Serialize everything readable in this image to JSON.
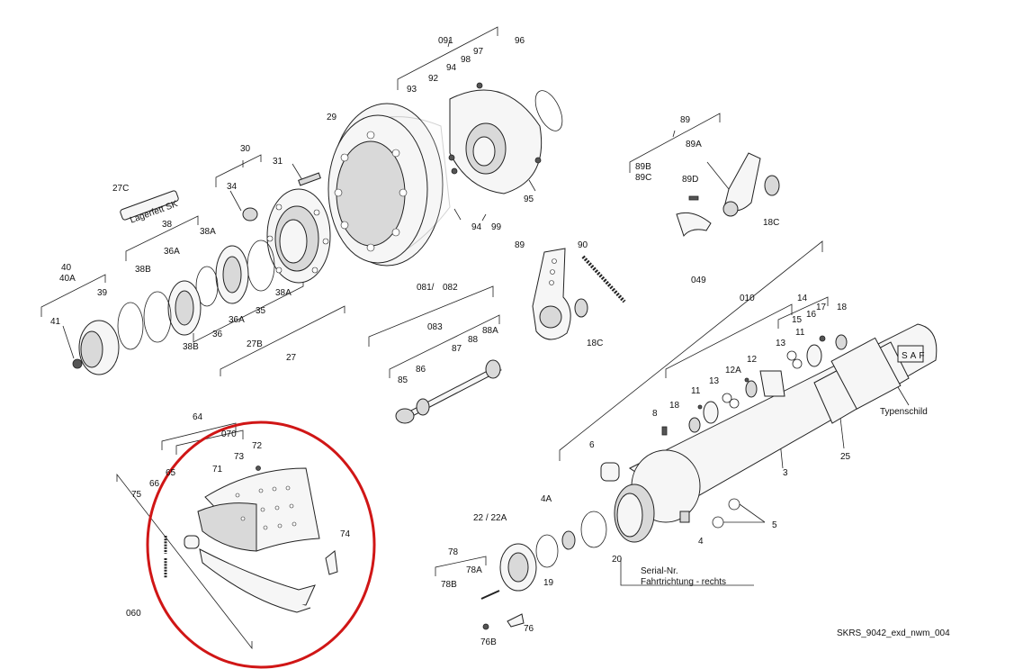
{
  "labels": {
    "l091": "091",
    "l096": "96",
    "l097": "97",
    "l098": "98",
    "l094a": "94",
    "l093": "93",
    "l092": "92",
    "l029": "29",
    "l030": "30",
    "l031": "31",
    "l095": "95",
    "l094b": "94",
    "l099": "99",
    "l027c": "27C",
    "lager": "Lagerfett SK",
    "l034": "34",
    "l038": "38",
    "l038a": "38A",
    "l036a": "36A",
    "l038b": "38B",
    "l040": "40",
    "l040a": "40A",
    "l039": "39",
    "l038a2": "38A",
    "l035": "35",
    "l036a2": "36A",
    "l036": "36",
    "l038b2": "38B",
    "l027b": "27B",
    "l041": "41",
    "l027": "27",
    "l089": "89",
    "l089a": "89A",
    "l089b": "89B",
    "l089c": "89C",
    "l089d": "89D",
    "l018c": "18C",
    "l090": "90",
    "l018c2": "18C",
    "l081": "081/",
    "l082": "082",
    "l083": "083",
    "l088a": "88A",
    "l088": "88",
    "l087": "87",
    "l085": "85",
    "l086": "86",
    "l049": "049",
    "l010": "010",
    "l014": "14",
    "l017": "17",
    "l015": "15",
    "l016": "16",
    "l018": "18",
    "l011": "11",
    "l013": "13",
    "l012": "12",
    "l012a": "12A",
    "l013b": "13",
    "l011b": "11",
    "l018b": "18",
    "l008": "8",
    "l006": "6",
    "l003": "3",
    "l025": "25",
    "typen": "Typenschild",
    "saf": "SAF",
    "l064": "64",
    "l070": "070",
    "l072": "72",
    "l073": "73",
    "l065": "65",
    "l071": "71",
    "l066": "66",
    "l075": "75",
    "l074": "74",
    "l060": "060",
    "l022": "22 / 22A",
    "l04a": "4A",
    "l020": "20",
    "l004": "4",
    "l005": "5",
    "l078": "78",
    "l078a": "78A",
    "l078b": "78B",
    "l019": "19",
    "l076": "76",
    "l076b": "76B",
    "serial1": "Serial-Nr.",
    "serial2": "Fahrtrichtung - rechts",
    "code": "SKRS_9042_exd_nwm_004"
  },
  "highlight_color": "#d01616"
}
